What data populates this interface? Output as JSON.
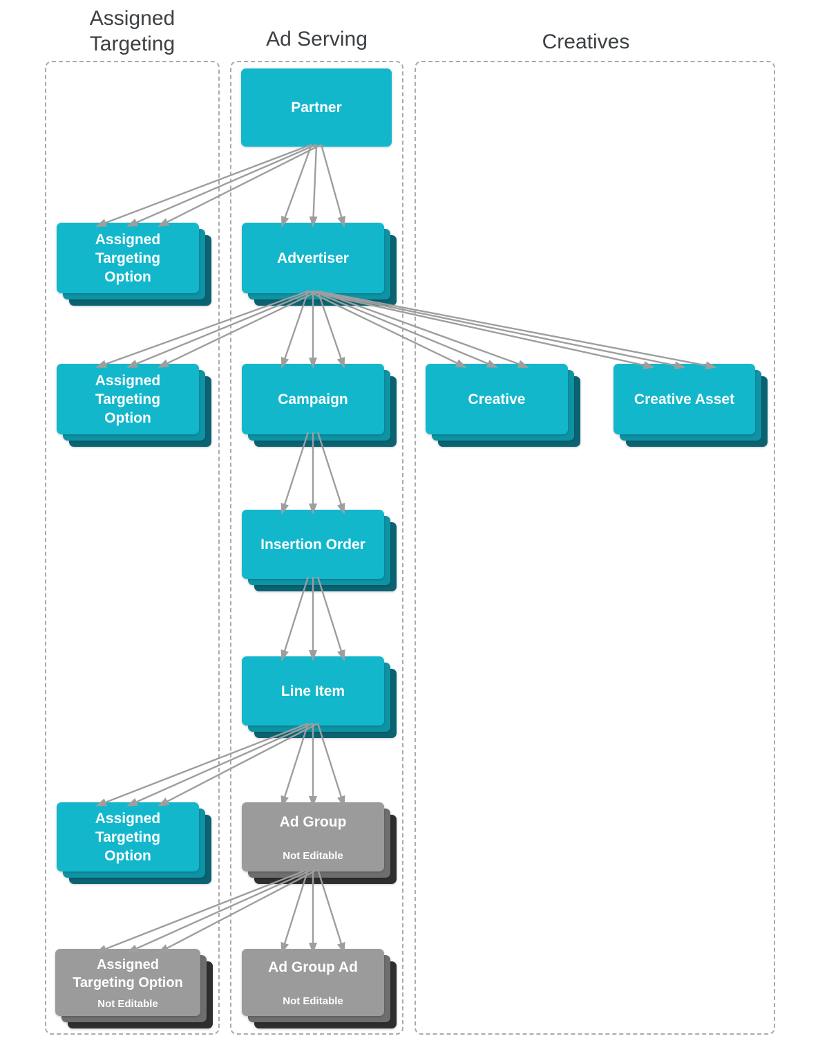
{
  "titles": {
    "assigned_targeting": "Assigned\nTargeting",
    "ad_serving": "Ad Serving",
    "creatives": "Creatives"
  },
  "colors": {
    "box_cyan": "#12b7cc",
    "box_cyan_stack_mid": "#0e93a4",
    "box_cyan_stack_dark": "#0b6372",
    "box_gray": "#9b9b9b",
    "box_gray_stack_mid": "#6e6e6e",
    "box_gray_stack_dark": "#2f2f2f",
    "arrow": "#9e9e9e",
    "lane_border": "#ababab",
    "title_text": "#3d4043"
  },
  "nodes": {
    "partner": {
      "label": "Partner"
    },
    "ato1": {
      "label": "Assigned\nTargeting\nOption"
    },
    "advertiser": {
      "label": "Advertiser"
    },
    "ato2": {
      "label": "Assigned\nTargeting\nOption"
    },
    "campaign": {
      "label": "Campaign"
    },
    "creative": {
      "label": "Creative"
    },
    "creative_asset": {
      "label": "Creative Asset"
    },
    "insertion_order": {
      "label": "Insertion Order"
    },
    "line_item": {
      "label": "Line Item"
    },
    "ato3": {
      "label": "Assigned\nTargeting\nOption"
    },
    "ad_group": {
      "label": "Ad Group",
      "sublabel": "Not Editable"
    },
    "ato_ne": {
      "label": "Assigned\nTargeting Option",
      "sublabel": "Not Editable"
    },
    "ad_group_ad": {
      "label": "Ad Group Ad",
      "sublabel": "Not Editable"
    }
  },
  "edges": [
    [
      "partner",
      "ato1"
    ],
    [
      "partner",
      "advertiser"
    ],
    [
      "advertiser",
      "ato2"
    ],
    [
      "advertiser",
      "campaign"
    ],
    [
      "advertiser",
      "creative"
    ],
    [
      "advertiser",
      "creative_asset"
    ],
    [
      "campaign",
      "insertion_order"
    ],
    [
      "insertion_order",
      "line_item"
    ],
    [
      "line_item",
      "ato3"
    ],
    [
      "line_item",
      "ad_group"
    ],
    [
      "ad_group",
      "ato_ne"
    ],
    [
      "ad_group",
      "ad_group_ad"
    ]
  ]
}
